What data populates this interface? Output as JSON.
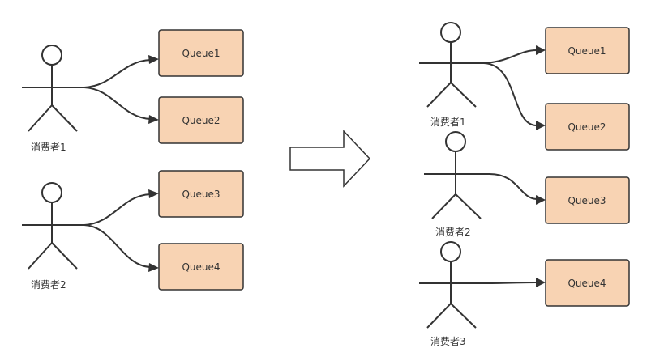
{
  "left": {
    "consumers": [
      {
        "label": "消费者1",
        "queues": [
          "Queue1",
          "Queue2"
        ]
      },
      {
        "label": "消费者2",
        "queues": [
          "Queue3",
          "Queue4"
        ]
      }
    ]
  },
  "right": {
    "consumers": [
      {
        "label": "消费者1",
        "queues": [
          "Queue1",
          "Queue2"
        ]
      },
      {
        "label": "消费者2",
        "queues": [
          "Queue3"
        ]
      },
      {
        "label": "消费者3",
        "queues": [
          "Queue4"
        ]
      }
    ]
  },
  "colors": {
    "queue_fill": "#f8d3b3",
    "stroke": "#333333"
  }
}
